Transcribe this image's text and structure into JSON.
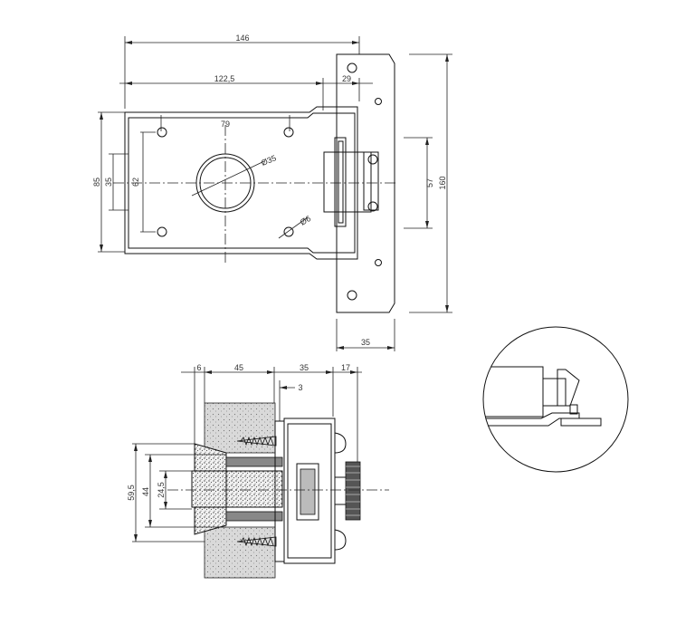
{
  "top_view": {
    "dim_overall_width": "146",
    "dim_body_width": "122,5",
    "dim_flange_width": "29",
    "dim_hole_spacing_h": "79",
    "dim_body_height": "85",
    "dim_slot_height": "35",
    "dim_hole_spacing_v": "62",
    "dim_hub_diameter": "Ø35",
    "dim_hole_diameter": "Ø6",
    "dim_flange_holes": "57",
    "dim_plate_height": "160",
    "dim_plate_width": "35"
  },
  "section_view": {
    "dim_lip": "6",
    "dim_insert_depth": "45",
    "dim_body_depth": "35",
    "dim_knob": "17",
    "dim_gap": "3",
    "dim_outer": "59,5",
    "dim_mid": "44",
    "dim_inner": "24,5"
  }
}
